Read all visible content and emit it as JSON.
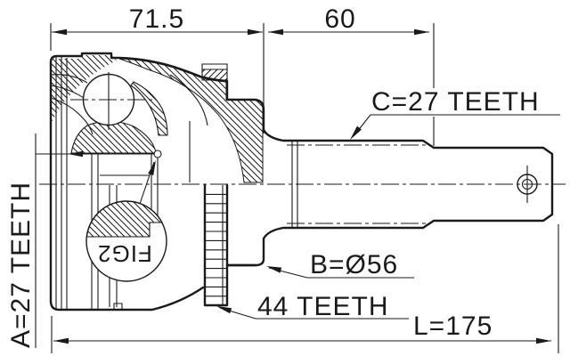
{
  "drawing": {
    "title": "cv-joint-outer-technical-drawing",
    "background_color": "#ffffff",
    "line_color": "#1a1a1a",
    "dimensions": {
      "bell_depth": "71.5",
      "spline_length": "60",
      "total_length": "L=175"
    },
    "labels": {
      "outer_spline": "C=27 TEETH",
      "inner_spline": "A=27 TEETH",
      "body_diameter": "B=Ø56",
      "abs_ring": "44 TEETH",
      "detail_ref": "FIG2"
    }
  }
}
